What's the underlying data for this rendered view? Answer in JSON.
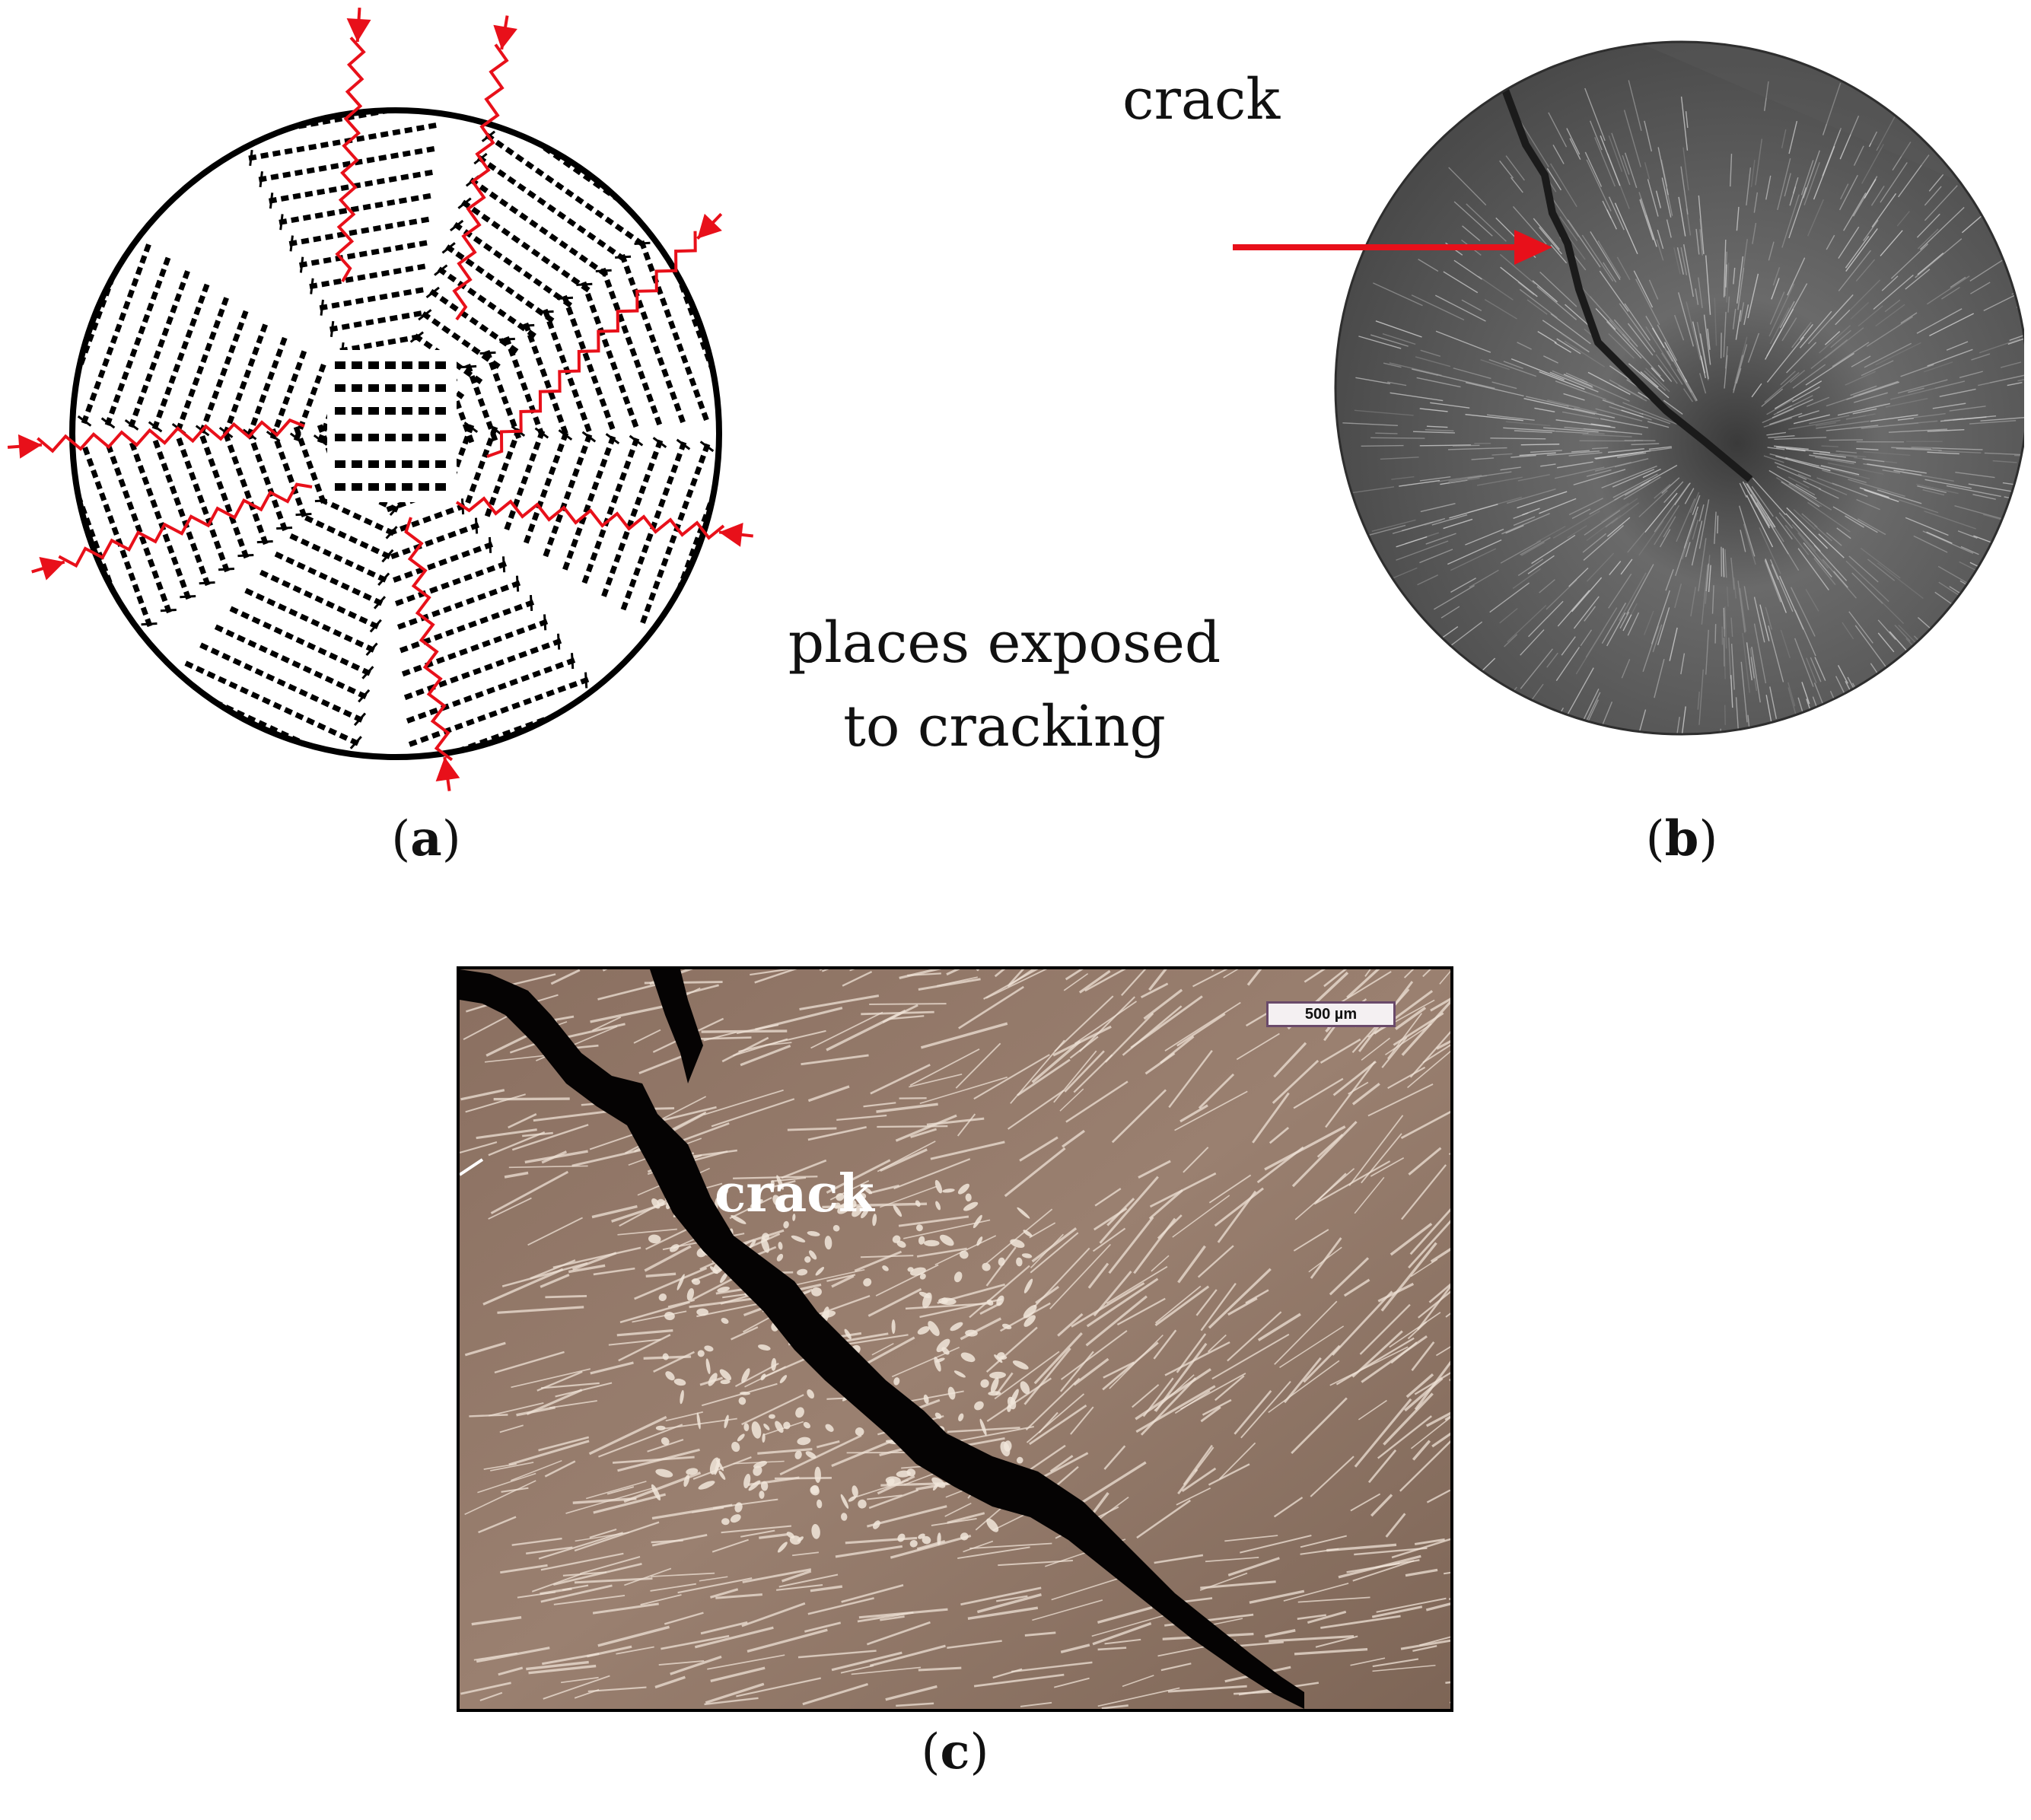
{
  "panel_a": {
    "caption_letter": "a"
  },
  "panel_b": {
    "caption_letter": "b",
    "crack_label": "crack"
  },
  "panel_c": {
    "caption_letter": "c",
    "crack_label": "crack",
    "scale_bar": "500 µm"
  },
  "middle_text": {
    "line1": "places exposed",
    "line2": "to cracking"
  },
  "colors": {
    "crack_line": "#e8101a",
    "micrograph": "#8d7466"
  }
}
